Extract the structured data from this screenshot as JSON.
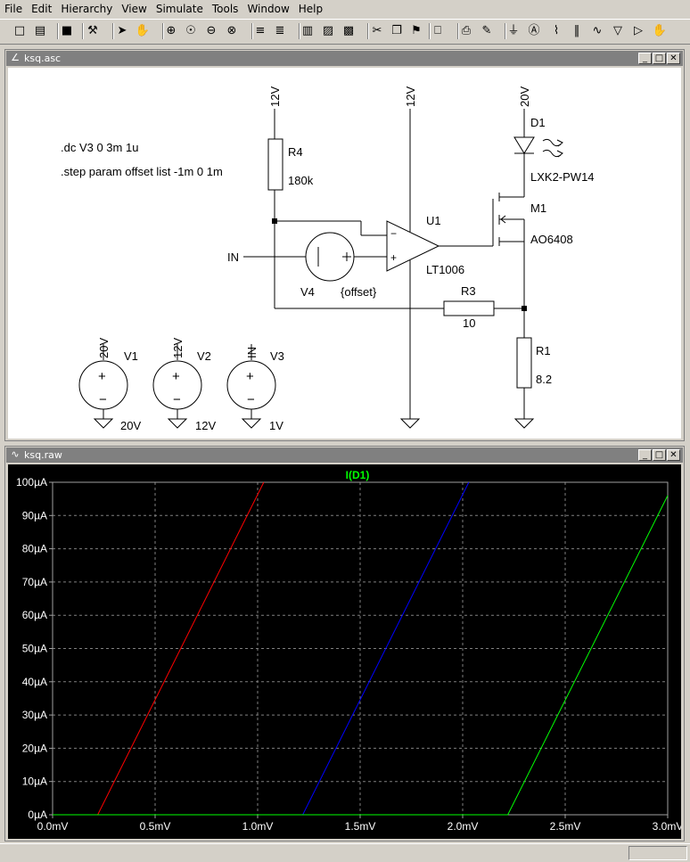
{
  "menu": [
    "File",
    "Edit",
    "Hierarchy",
    "View",
    "Simulate",
    "Tools",
    "Window",
    "Help"
  ],
  "toolbar_icons": [
    "new-schematic-icon",
    "open-icon",
    "save-icon",
    "control-panel-icon",
    "run-icon",
    "halt-icon",
    "zoom-in-icon",
    "zoom-pan-icon",
    "zoom-out-icon",
    "zoom-cancel-icon",
    "autoscale-icon",
    "pick-visible-traces-icon",
    "tile-horizontally-icon",
    "cascade-icon",
    "close-windows-icon",
    "cut-icon",
    "copy-icon",
    "find-icon",
    "print-setup-icon",
    "print-icon",
    "draw-wire-icon",
    "ground-icon",
    "label-net-icon",
    "resistor-icon",
    "capacitor-icon",
    "inductor-icon",
    "diode-icon",
    "component-icon",
    "move-icon"
  ],
  "schematic_window": {
    "title": "ksq.asc",
    "directives": [
      ".dc V3 0 3m 1u",
      ".step param offset list -1m 0 1m"
    ],
    "labels": {
      "r4_name": "R4",
      "r4_value": "180k",
      "r4_supply": "12V",
      "u1_supply": "12V",
      "d1_supply": "20V",
      "d1_name": "D1",
      "d1_value": "LXK2-PW14",
      "m1_name": "M1",
      "m1_value": "AO6408",
      "u1_name": "U1",
      "u1_value": "LT1006",
      "r3_name": "R3",
      "r3_value": "10",
      "r1_name": "R1",
      "r1_value": "8.2",
      "v4_name": "V4",
      "v4_value": "{offset}",
      "in_label": "IN",
      "v1_name": "V1",
      "v1_value": "20V",
      "v1_net": "20V",
      "v2_name": "V2",
      "v2_value": "12V",
      "v2_net": "12V",
      "v3_name": "V3",
      "v3_value": "1V",
      "v3_net": "IN",
      "minus_sign": "−",
      "plus_sign": "+"
    }
  },
  "plot_window": {
    "title": "ksq.raw",
    "trace_label": "I(D1)",
    "trace_color": "#00ff00"
  },
  "chart_data": {
    "type": "line",
    "title": "I(D1)",
    "xlim": [
      0,
      3
    ],
    "ylim": [
      0,
      100
    ],
    "x_ticks": [
      0,
      0.5,
      1.0,
      1.5,
      2.0,
      2.5,
      3.0
    ],
    "x_tick_labels": [
      "0.0mV",
      "0.5mV",
      "1.0mV",
      "1.5mV",
      "2.0mV",
      "2.5mV",
      "3.0mV"
    ],
    "y_ticks": [
      0,
      10,
      20,
      30,
      40,
      50,
      60,
      70,
      80,
      90,
      100
    ],
    "y_tick_labels": [
      "0µA",
      "10µA",
      "20µA",
      "30µA",
      "40µA",
      "50µA",
      "60µA",
      "70µA",
      "80µA",
      "90µA",
      "100µA"
    ],
    "grid": true,
    "series": [
      {
        "color": "#ff0000",
        "points": [
          [
            0,
            0
          ],
          [
            0.22,
            0
          ],
          [
            1.03,
            100
          ]
        ]
      },
      {
        "color": "#0000ff",
        "points": [
          [
            0,
            0
          ],
          [
            1.22,
            0
          ],
          [
            2.03,
            100
          ]
        ]
      },
      {
        "color": "#00ff00",
        "points": [
          [
            0,
            0
          ],
          [
            2.22,
            0
          ],
          [
            3.0,
            96
          ]
        ]
      }
    ]
  }
}
